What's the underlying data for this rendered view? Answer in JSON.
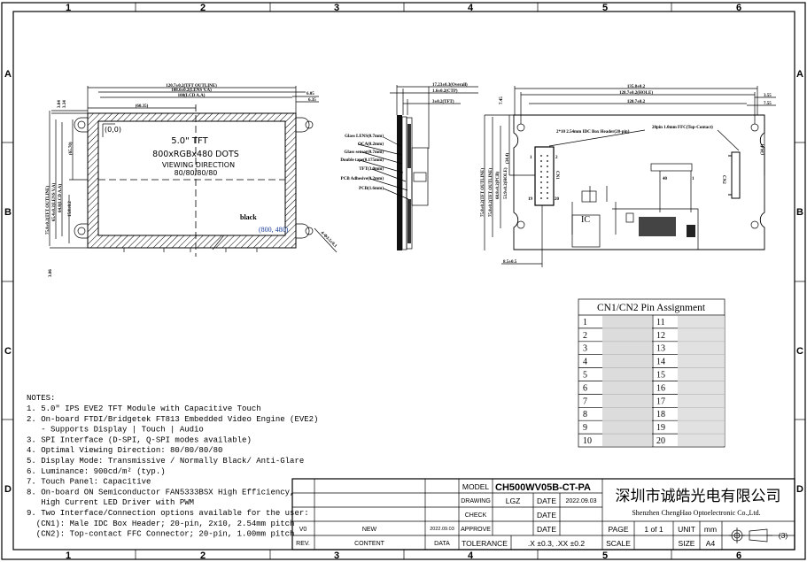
{
  "frame": {
    "columns": [
      "1",
      "2",
      "3",
      "4",
      "5",
      "6"
    ],
    "rows": [
      "A",
      "B",
      "C",
      "D"
    ]
  },
  "front_view": {
    "dims": {
      "tft_outline_w": "120.7±0.2(TFT OUTLINE)",
      "lens_va_w": "108.6±0.2(LENS V.A)",
      "lcd_aa_w": "108(LCD A.A)",
      "center_x": "(60.35)",
      "off1": "6.05",
      "off2": "6.35",
      "top1": "3.04",
      "top2": "3.34",
      "tft_outline_h": "75.8±0.2(TFT OUTLINE)",
      "lens_va_h": "65.4±0.2(LENS V.A)",
      "lcd_aa_h": "64.8(LCD A.A)",
      "center_y": "(65.70)",
      "hole_y": "15.8±0.2",
      "bottom": "3.06",
      "hole_dia": "4-Φ3.5±0.1"
    },
    "origin": "(0,0)",
    "end": "(800, 480)",
    "size_label": "5.0\" TFT",
    "resolution": "800xRGBx480 DOTS",
    "viewing_title": "VIEWING DIRECTION",
    "viewing_value": "80/80/80/80",
    "black_label": "black"
  },
  "side_view": {
    "dims": {
      "overall": "17.23±0.3(Overall)",
      "ctp": "1.6±0.2(CTP)",
      "tft": "3±0.2(TFT)"
    },
    "layers": [
      "Glass LENS(0.7mm)",
      "OCA(0.2mm)",
      "Glass sensor(0.7mm)",
      "Double tape(0.175mm)",
      "TFT(3.0mm)",
      "PCB Adhesive(0.2mm)",
      "PCB(1.6mm)"
    ]
  },
  "back_view": {
    "dims": {
      "outer_w": "135.8±0.2",
      "hole_w": "128.7±0.2(HOLE)",
      "inner_w": "120.7±0.2",
      "d1": "3.55",
      "d2": "7.55",
      "top": "7.45",
      "outline_h": "75.8±0.2(TFT OUTLINE)",
      "pcb_h": "68.8±0.2(PCB)",
      "hole_h": "53.9±0.2(HOLE)",
      "cn1_y": "(34.4)",
      "cn2_y": "(34.4)",
      "cn1_x": "8.5±0.5"
    },
    "cn1_label": "2*10 2.54mm IDC Box Header(20-pin)",
    "cn2_label": "20pin 1.0mm FFC(Top-Contact)",
    "cn1": "CN1",
    "cn2": "CN2",
    "cn1_pins": [
      "1",
      "2",
      "19",
      "20"
    ],
    "fpc_pins": [
      "40",
      "1"
    ],
    "ic": "IC"
  },
  "pin_table": {
    "title": "CN1/CN2 Pin Assignment",
    "left": [
      "1",
      "2",
      "3",
      "4",
      "5",
      "6",
      "7",
      "8",
      "9",
      "10"
    ],
    "right": [
      "11",
      "12",
      "13",
      "14",
      "15",
      "16",
      "17",
      "18",
      "19",
      "20"
    ]
  },
  "notes": {
    "title": "NOTES:",
    "lines": [
      "1. 5.0\" IPS EVE2 TFT Module with Capacitive Touch",
      "2. On-board FTDI/Bridgetek FT813 Embedded Video Engine (EVE2)",
      "   - Supports Display | Touch | Audio",
      "3. SPI Interface (D-SPI, Q-SPI modes available)",
      "4. Optimal Viewing Direction: 80/80/80/80",
      "5. Display Mode: Transmissive / Normally Black/ Anti-Glare",
      "6. Luminance: 900cd/m² (typ.)",
      "7. Touch Panel: Capacitive",
      "8. On-board ON Semiconductor FAN5333BSX High Efficiency,",
      "   High Current LED Driver with PWM",
      "9. Two Interface/Connection options available for the user:",
      "  (CN1): Male IDC Box Header; 20-pin, 2x10, 2.54mm pitch",
      "  (CN2): Top-contact FFC Connector; 20-pin, 1.00mm pitch"
    ]
  },
  "title_block": {
    "model_label": "MODEL",
    "model": "CH500WV05B-CT-PA",
    "drawing_label": "DRAWING",
    "drawing": "LGZ",
    "date_label": "DATE",
    "drawing_date": "2022.09.03",
    "check_label": "CHECK",
    "approve_label": "APPROVE",
    "rev": "V0",
    "content": "NEW",
    "rev_date": "2022.09.03",
    "rev_header": "REV.",
    "content_header": "CONTENT",
    "data_header": "DATA",
    "tolerance_label": "TOLERANCE",
    "tolerance": ".X ±0.3, .XX ±0.2",
    "company_cn": "深圳市诚皓光电有限公司",
    "company_en": "Shenzhen ChengHao Optoelectronic Co.,Ltd.",
    "page_label": "PAGE",
    "page": "1 of 1",
    "unit_label": "UNIT",
    "unit": "mm",
    "scale_label": "SCALE",
    "size_label": "SIZE",
    "size": "A4",
    "projection": "(3)"
  }
}
